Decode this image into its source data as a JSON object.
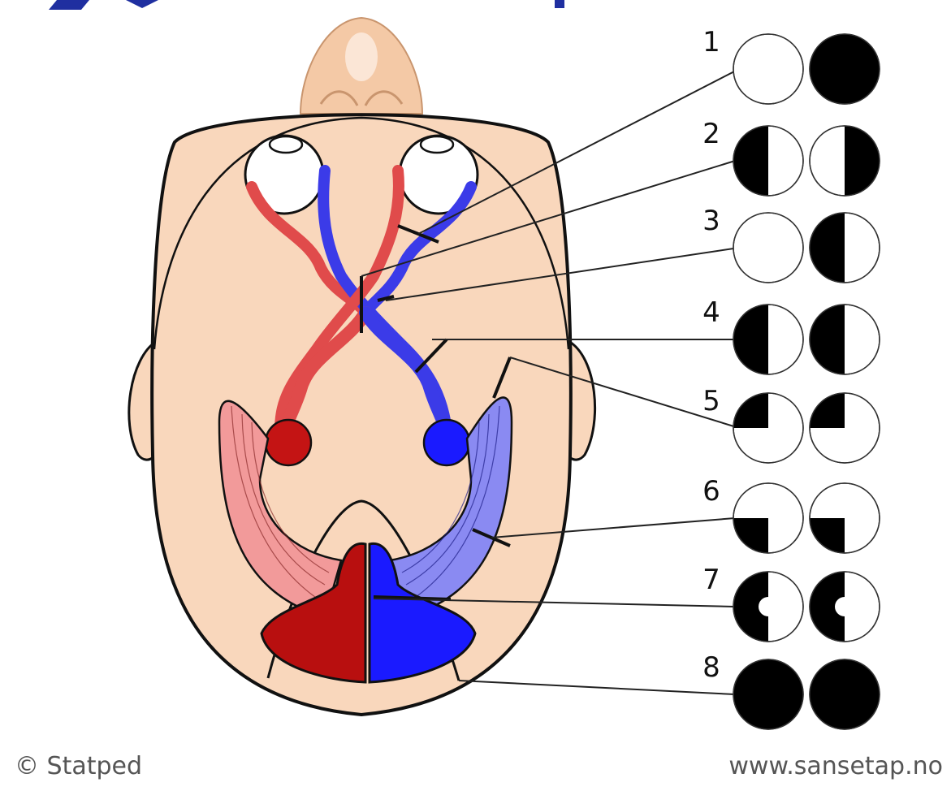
{
  "colors": {
    "skin": "#f9d7bc",
    "skin_shadow": "#e9b995",
    "left_field_pathway": "#e04b4b",
    "left_field_dark": "#b80f0f",
    "right_field_pathway": "#3b3be8",
    "right_field_dark": "#1a1aff",
    "radiation_left": "#f29a9a",
    "radiation_right": "#8a8af2",
    "outline": "#111111",
    "title_bar": "#1f2fa0"
  },
  "icons": [
    "brain-visual-pathway-illustration",
    "visual-field-defect-circles"
  ],
  "lesions": [
    {
      "number": "1",
      "left_eye": "full",
      "right_eye": "blind"
    },
    {
      "number": "2",
      "left_eye": "left-half-blind",
      "right_eye": "right-half-blind"
    },
    {
      "number": "3",
      "left_eye": "full",
      "right_eye": "left-half-blind"
    },
    {
      "number": "4",
      "left_eye": "left-half-blind",
      "right_eye": "left-half-blind"
    },
    {
      "number": "5",
      "left_eye": "upper-left-quadrant-blind",
      "right_eye": "upper-left-quadrant-blind"
    },
    {
      "number": "6",
      "left_eye": "lower-left-quadrant-blind",
      "right_eye": "lower-left-quadrant-blind"
    },
    {
      "number": "7",
      "left_eye": "left-half-blind-macular-sparing",
      "right_eye": "left-half-blind-macular-sparing"
    },
    {
      "number": "8",
      "left_eye": "blind",
      "right_eye": "blind"
    }
  ],
  "footer": {
    "copyright": "© Statped",
    "website": "www.sansetap.no"
  }
}
